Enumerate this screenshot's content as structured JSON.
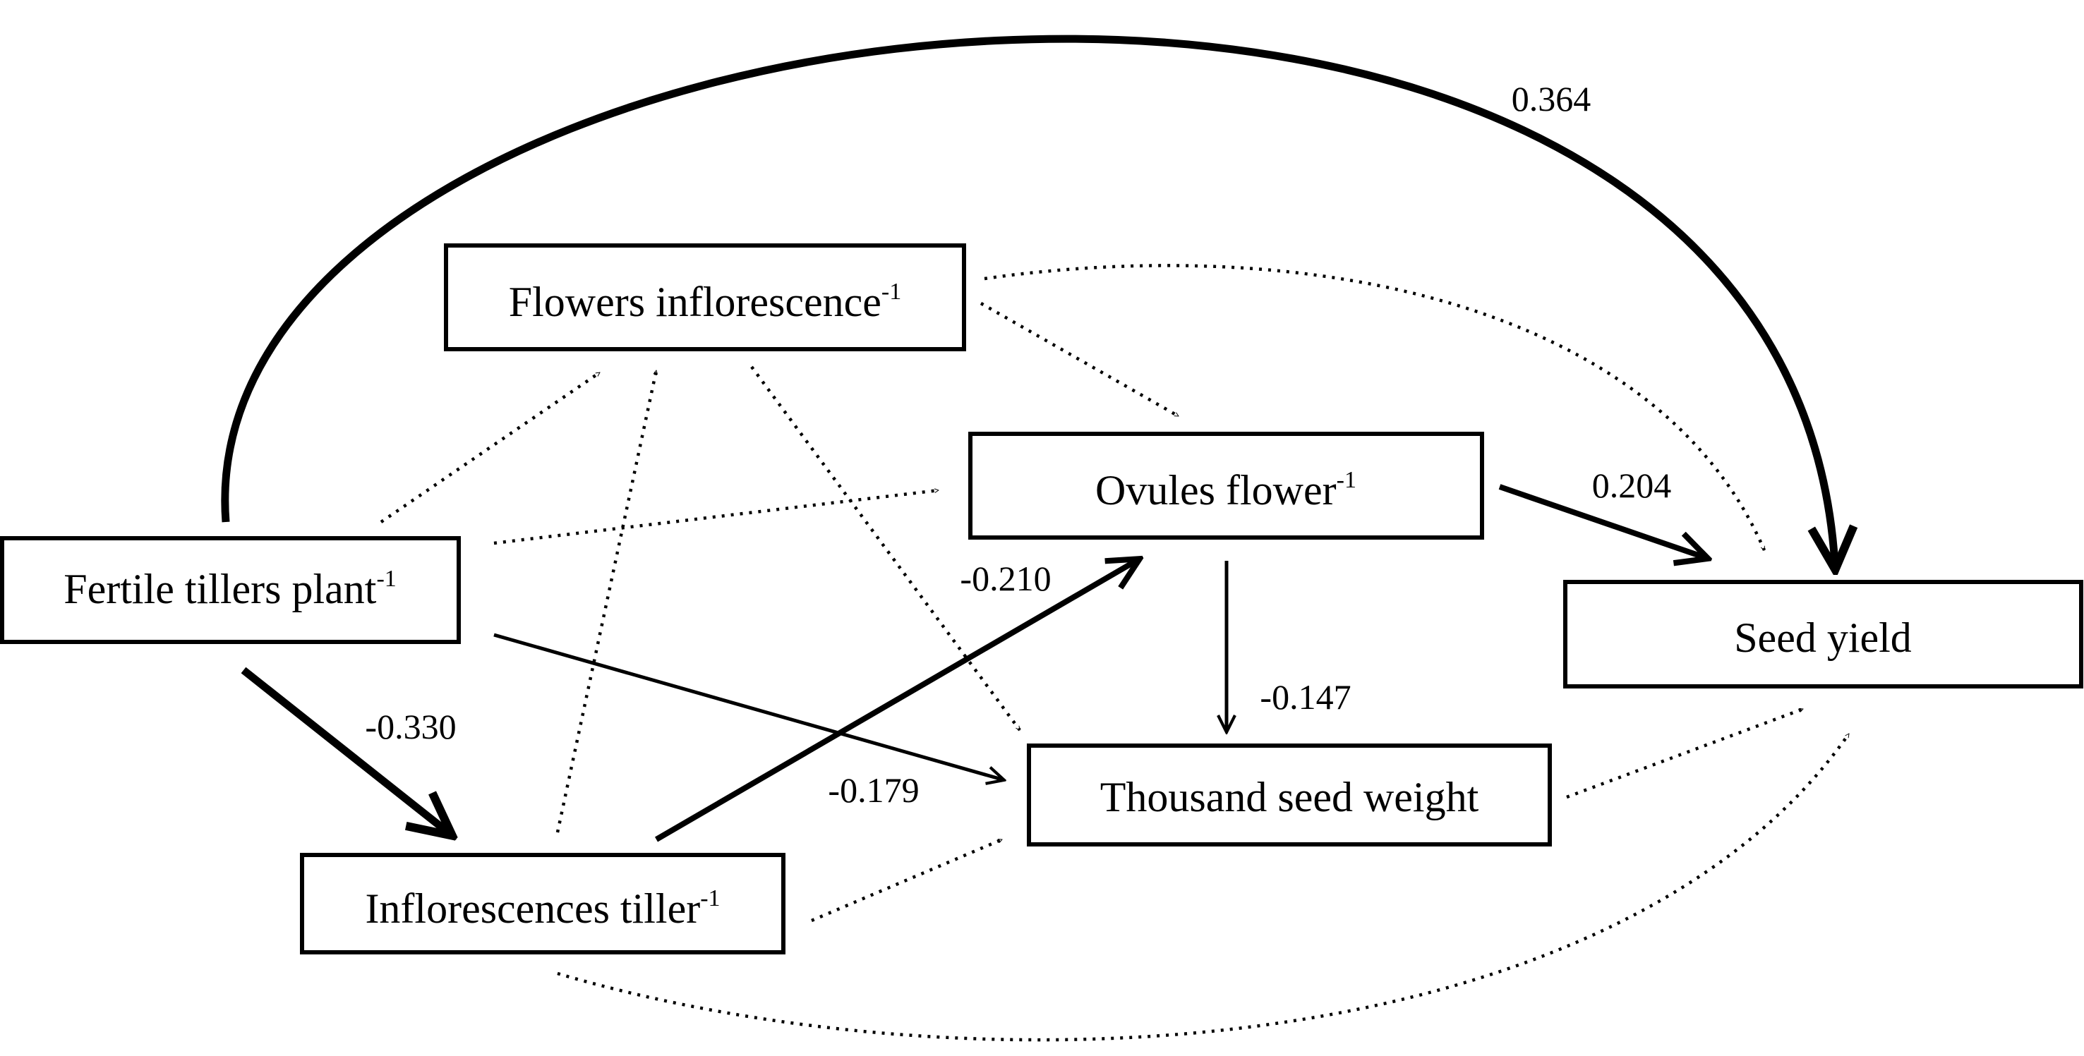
{
  "nodes": {
    "fertile_tillers": {
      "label": "Fertile tillers plant",
      "sup": "-1"
    },
    "flowers_inflorescence": {
      "label": "Flowers inflorescence",
      "sup": "-1"
    },
    "ovules_flower": {
      "label": "Ovules flower",
      "sup": "-1"
    },
    "inflorescences_tiller": {
      "label": "Inflorescences tiller",
      "sup": "-1"
    },
    "thousand_seed_weight": {
      "label": "Thousand seed weight",
      "sup": ""
    },
    "seed_yield": {
      "label": "Seed yield",
      "sup": ""
    }
  },
  "edges": [
    {
      "from": "Fertile tillers plant",
      "to": "Seed yield",
      "coefficient": "0.364",
      "style": "solid"
    },
    {
      "from": "Fertile tillers plant",
      "to": "Inflorescences tiller",
      "coefficient": "-0.330",
      "style": "solid"
    },
    {
      "from": "Fertile tillers plant",
      "to": "Thousand seed weight",
      "coefficient": "-0.179",
      "style": "solid"
    },
    {
      "from": "Inflorescences tiller",
      "to": "Ovules flower",
      "coefficient": "-0.210",
      "style": "solid"
    },
    {
      "from": "Ovules flower",
      "to": "Thousand seed weight",
      "coefficient": "-0.147",
      "style": "solid"
    },
    {
      "from": "Ovules flower",
      "to": "Seed yield",
      "coefficient": "0.204",
      "style": "solid"
    },
    {
      "from": "Fertile tillers plant",
      "to": "Flowers inflorescence",
      "coefficient": "",
      "style": "dotted"
    },
    {
      "from": "Fertile tillers plant",
      "to": "Ovules flower",
      "coefficient": "",
      "style": "dotted"
    },
    {
      "from": "Inflorescences tiller",
      "to": "Flowers inflorescence",
      "coefficient": "",
      "style": "dotted"
    },
    {
      "from": "Flowers inflorescence",
      "to": "Ovules flower",
      "coefficient": "",
      "style": "dotted"
    },
    {
      "from": "Flowers inflorescence",
      "to": "Thousand seed weight",
      "coefficient": "",
      "style": "dotted"
    },
    {
      "from": "Flowers inflorescence",
      "to": "Seed yield",
      "coefficient": "",
      "style": "dotted"
    },
    {
      "from": "Inflorescences tiller",
      "to": "Thousand seed weight",
      "coefficient": "",
      "style": "dotted"
    },
    {
      "from": "Inflorescences tiller",
      "to": "Seed yield",
      "coefficient": "",
      "style": "dotted"
    },
    {
      "from": "Thousand seed weight",
      "to": "Seed yield",
      "coefficient": "",
      "style": "dotted"
    }
  ]
}
